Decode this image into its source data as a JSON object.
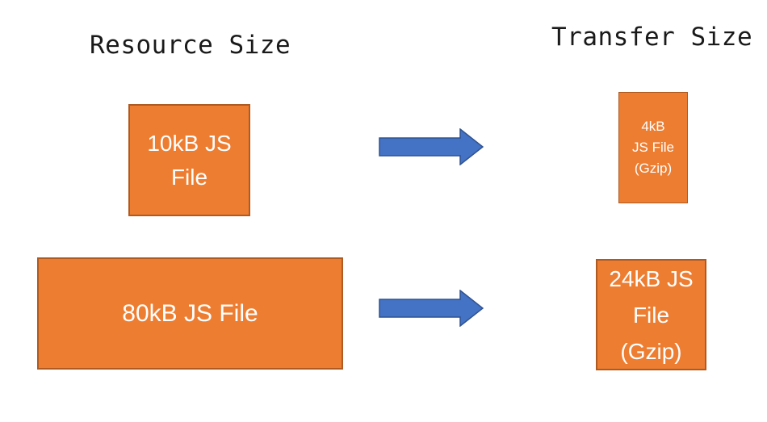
{
  "diagram": {
    "left_column_title": "Resource Size",
    "right_column_title": "Transfer Size",
    "rows": [
      {
        "resource": {
          "lines": [
            "10kB JS",
            "File"
          ]
        },
        "transfer": {
          "lines": [
            "4kB",
            "JS File",
            "(Gzip)"
          ]
        }
      },
      {
        "resource": {
          "lines": [
            "80kB JS File"
          ]
        },
        "transfer": {
          "lines": [
            "24kB JS",
            "File",
            "(Gzip)"
          ]
        }
      }
    ],
    "colors": {
      "box_fill": "#ED7D31",
      "box_border": "#AE5A21",
      "arrow_fill": "#4472C4",
      "arrow_border": "#2F528F",
      "title_text": "#1A1A1A",
      "box_text": "#FFFFFF",
      "background": "#FFFFFF"
    }
  }
}
